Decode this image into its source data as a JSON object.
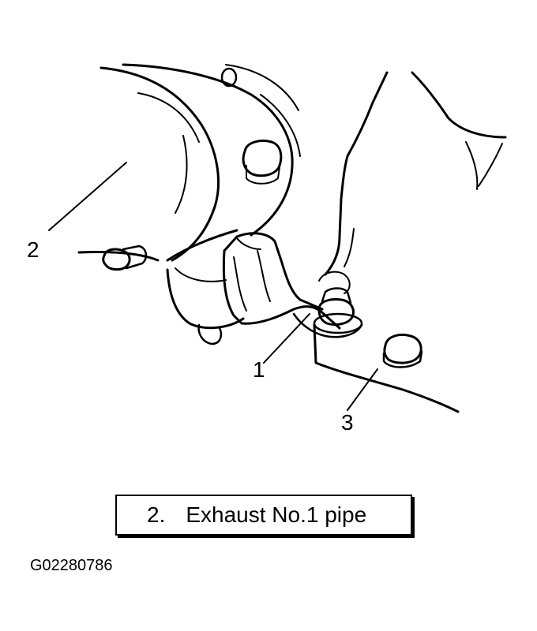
{
  "callouts": {
    "one": "1",
    "two": "2",
    "three": "3"
  },
  "caption": {
    "number": "2.",
    "text": "Exhaust No.1 pipe"
  },
  "figure_id": "G02280786",
  "colors": {
    "ink": "#000000",
    "paper": "#ffffff"
  }
}
